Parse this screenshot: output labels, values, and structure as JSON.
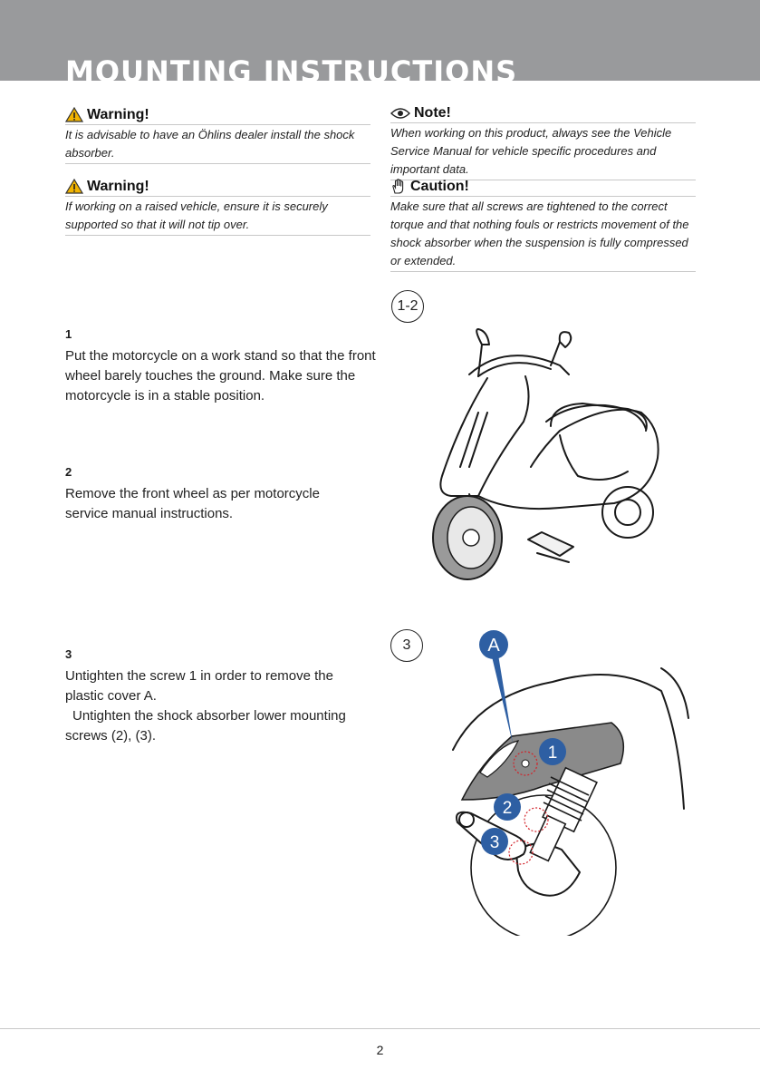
{
  "header": {
    "title": "MOUNTING INSTRUCTIONS",
    "color": "#999a9c"
  },
  "notices": {
    "warning1": {
      "title": "Warning!",
      "icon": "warning-triangle-icon",
      "text": "It is advisable to have an Öhlins dealer install the shock absorber."
    },
    "warning2": {
      "title": "Warning!",
      "icon": "warning-triangle-icon",
      "text": "If working on a raised vehicle, ensure it is securely supported so that it will not tip over."
    },
    "note": {
      "title": "Note!",
      "icon": "eye-icon",
      "text": "When working on this product, always see the Vehicle Service Manual for vehicle specific procedures and important data."
    },
    "caution": {
      "title": "Caution!",
      "icon": "hand-icon",
      "text": "Make sure that all screws are tightened to the correct torque and that nothing fouls or restricts movement of the shock absorber when the suspension is fully compressed or extended."
    }
  },
  "steps": [
    {
      "number": "1",
      "text": "Put the motorcycle on a work stand so that the front wheel barely touches the ground. Make sure the motorcycle is in a stable position."
    },
    {
      "number": "2",
      "text": "Remove the front wheel as per motorcycle service manual instructions."
    },
    {
      "number": "3",
      "text": "Untighten the screw 1 in order to remove the plastic cover A.",
      "text2": "Untighten the shock absorber lower mounting screws (2), (3)."
    }
  ],
  "figures": {
    "fig1": {
      "label": "1-2"
    },
    "fig2": {
      "label": "3",
      "callouts": [
        "A",
        "1",
        "2",
        "3"
      ],
      "callout_color": "#2e5fa3"
    }
  },
  "footer": {
    "page_number": "2"
  }
}
